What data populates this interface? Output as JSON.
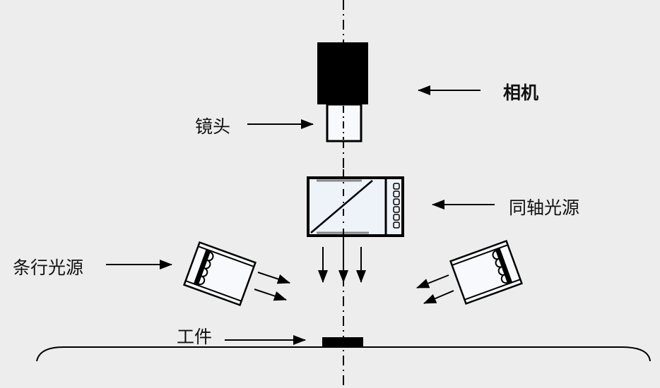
{
  "labels": {
    "camera": "相机",
    "lens": "镜头",
    "coaxial_light": "同轴光源",
    "strip_light": "条行光源",
    "workpiece": "工件"
  },
  "colors": {
    "background": "#ededed",
    "stroke": "#000000",
    "fill_light": "#f7f9fc"
  }
}
